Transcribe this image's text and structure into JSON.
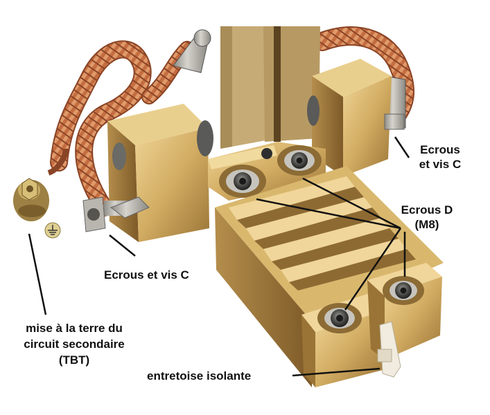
{
  "labels": {
    "ecrous_vis_c_right": [
      "Ecrous",
      "et vis C"
    ],
    "ecrous_d": [
      "Ecrous D",
      "(M8)"
    ],
    "ecrous_vis_c_left": "Ecrous et vis C",
    "mise_terre": [
      "mise à la terre du",
      "circuit secondaire",
      "(TBT)"
    ],
    "entretoise": "entretoise isolante"
  },
  "colors": {
    "brass_light": "#e2c27a",
    "brass_mid": "#c9a259",
    "brass_dark": "#8e6a33",
    "copper": "#c8744a",
    "copper_dark": "#8a4426",
    "steel": "#b9b9b4",
    "steel_dark": "#6f6f6a",
    "nut": "#4a4a48",
    "insulator": "#f1ecdf",
    "leader": "#111111"
  }
}
